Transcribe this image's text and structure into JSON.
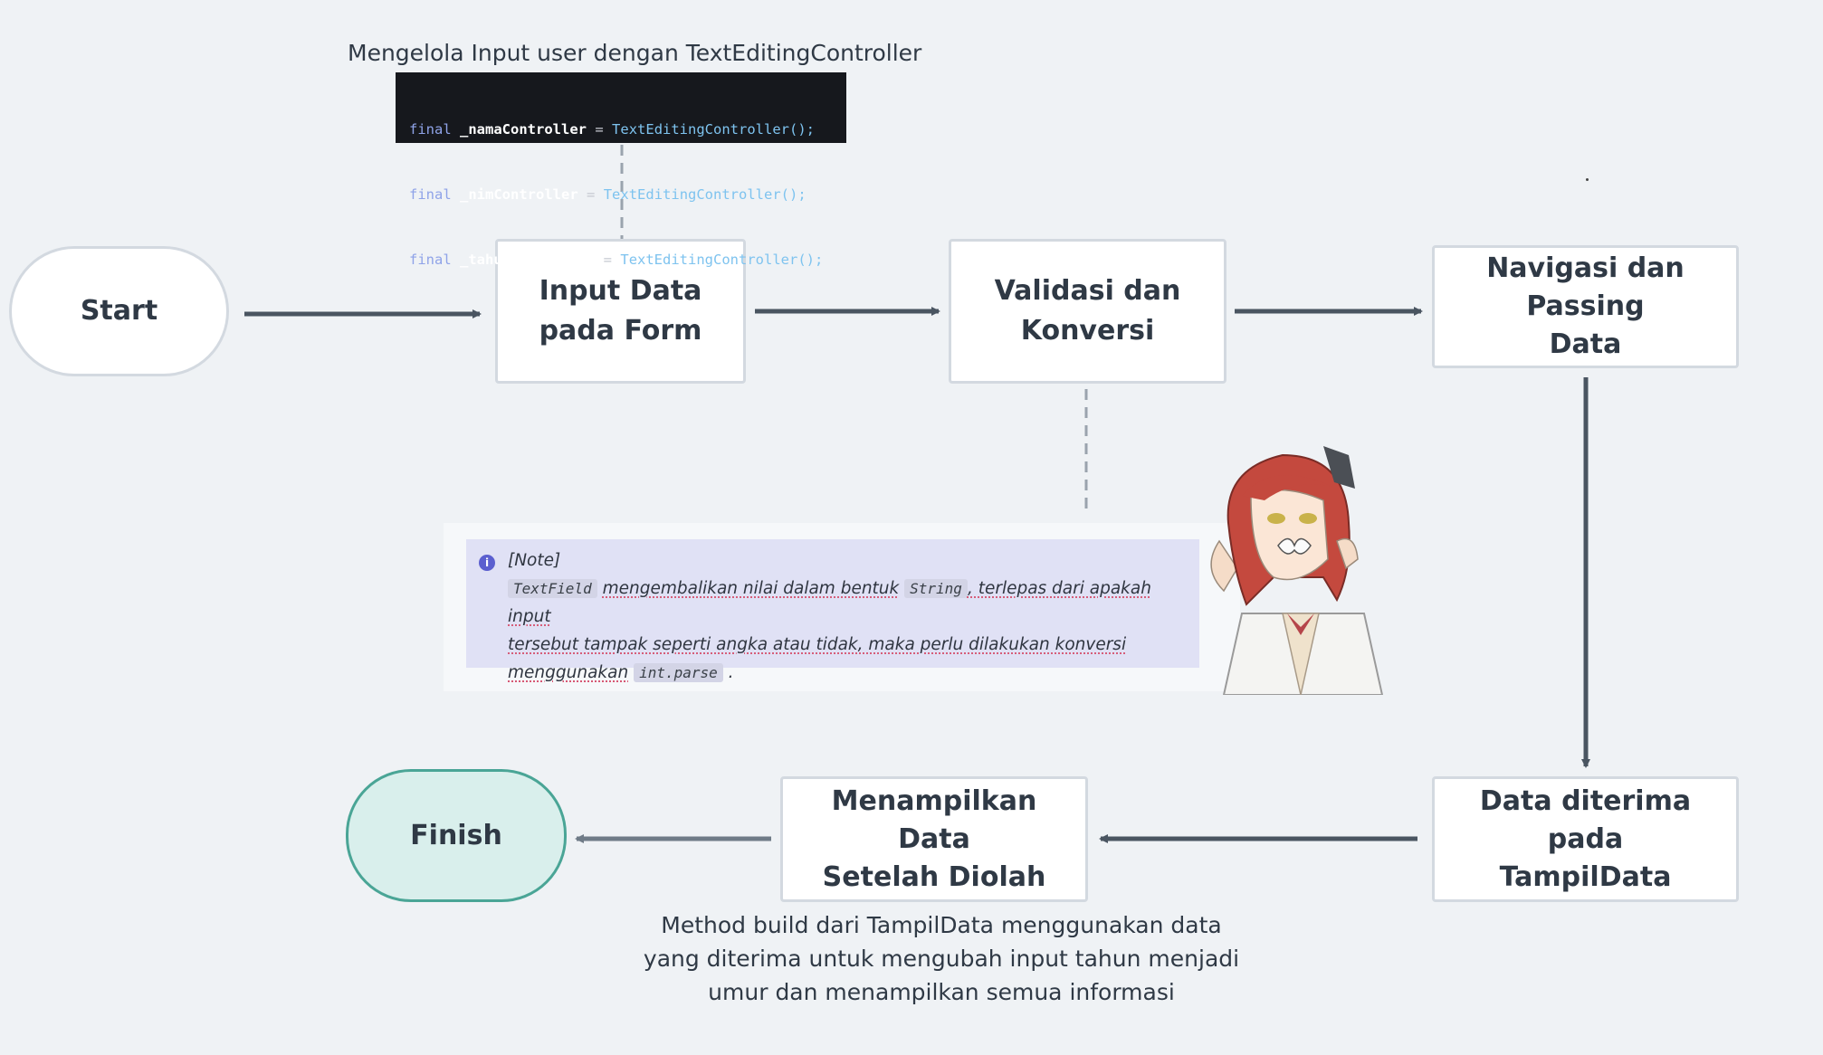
{
  "nodes": {
    "start": "Start",
    "input_line1": "Input Data",
    "input_line2": "pada Form",
    "validasi_line1": "Validasi dan",
    "validasi_line2": "Konversi",
    "navigasi_line1": "Navigasi dan Passing",
    "navigasi_line2": "Data",
    "diterima_line1": "Data diterima pada",
    "diterima_line2": "TampilData",
    "menampilkan_line1": "Menampilkan Data",
    "menampilkan_line2": "Setelah Diolah",
    "finish": "Finish"
  },
  "annotations": {
    "controller_title": "Mengelola Input user dengan TextEditingController",
    "method_build_line1": "Method build dari TampilData menggunakan data",
    "method_build_line2": "yang diterima untuk mengubah input tahun menjadi",
    "method_build_line3": "umur dan menampilkan semua informasi"
  },
  "code": [
    {
      "kw": "final",
      "name": "_namaController",
      "op": "=",
      "call": "TextEditingController();"
    },
    {
      "kw": "final",
      "name": "_nimController",
      "op": "=",
      "call": "TextEditingController();"
    },
    {
      "kw": "final",
      "name": "_tahunController",
      "op": "=",
      "call": "TextEditingController();"
    }
  ],
  "note": {
    "icon": "info-icon",
    "heading": "[Note]",
    "code_textfield": "TextField",
    "text_1": "mengembalikan nilai dalam bentuk",
    "code_string": "String",
    "text_2": ", terlepas dari apakah input",
    "text_3": "tersebut tampak seperti angka atau tidak, maka perlu dilakukan konversi",
    "text_4": "menggunakan",
    "code_intparse": "int.parse",
    "text_5": "."
  },
  "colors": {
    "background": "#eff2f5",
    "node_border": "#d3d9e0",
    "arrow": "#4a5561",
    "arrow_faded": "#6f7b87",
    "dashed": "#9aa3ad",
    "finish_fill": "#d9efec",
    "finish_border": "#4aa596",
    "note_fill": "#e0e1f5"
  }
}
